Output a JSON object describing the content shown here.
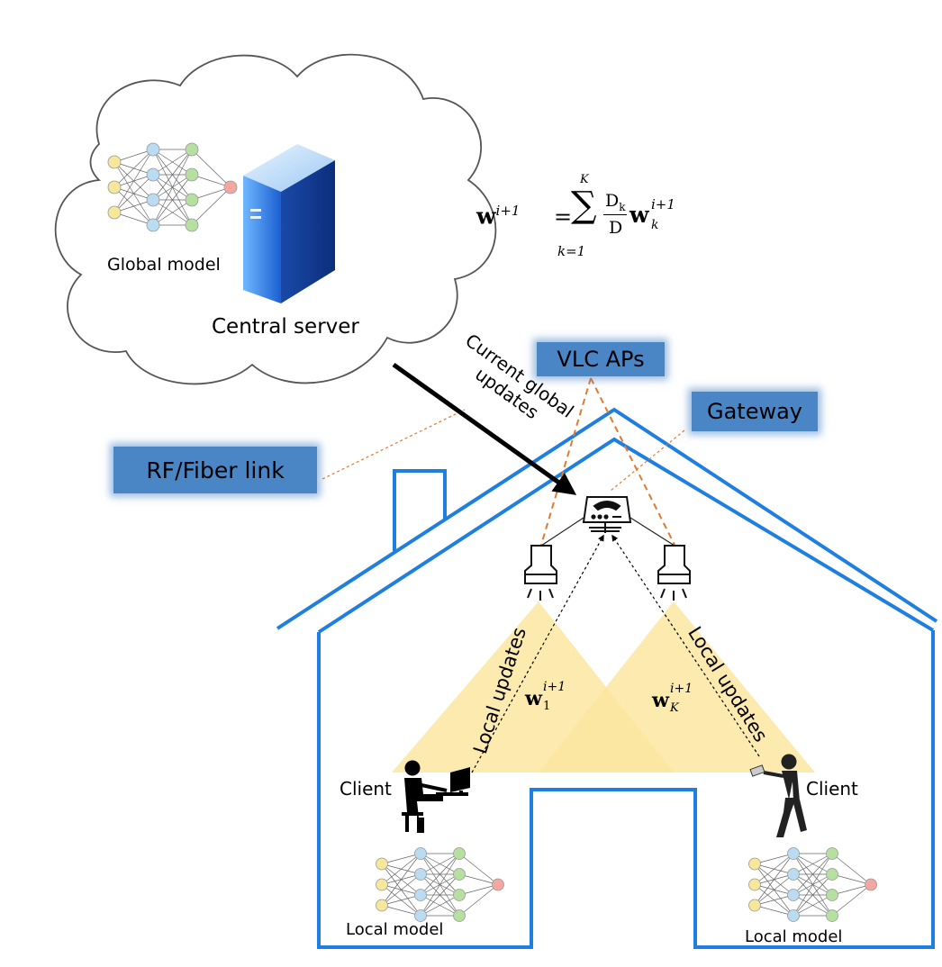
{
  "labels": {
    "global_model": "Global model",
    "central_server": "Central server",
    "vlc_aps": "VLC APs",
    "gateway": "Gateway",
    "rf_fiber_link": "RF/Fiber link",
    "current_global_line1": "Current global",
    "current_global_line2": "updates",
    "local_updates_left": "Local updates",
    "local_updates_right": "Local updates",
    "client_left": "Client",
    "client_right": "Client",
    "local_model_left": "Local model",
    "local_model_right": "Local model"
  },
  "equation": {
    "lhs_base": "w",
    "lhs_sup": "i+1",
    "equals": "=",
    "sum_top": "K",
    "sum_symbol": "∑",
    "sum_bottom": "k=1",
    "frac_num": "D",
    "frac_num_sub": "k",
    "frac_den": "D",
    "rhs_base": "w",
    "rhs_sub": "k",
    "rhs_sup": "i+1"
  },
  "weights": {
    "left_base": "w",
    "left_sub": "1",
    "left_sup": "i+1",
    "right_base": "w",
    "right_sub": "K",
    "right_sup": "i+1"
  },
  "colors": {
    "house": "#1f7fe0",
    "light_cone": "#fbe39a",
    "label_box": "#4a86c6",
    "orange_dash": "#e07a2e",
    "node_yellow": "#f6e79a",
    "node_blue": "#b9dcf2",
    "node_green": "#b6e0a0",
    "node_red": "#f4a6a0",
    "server_blue": "#2f6fd8"
  }
}
